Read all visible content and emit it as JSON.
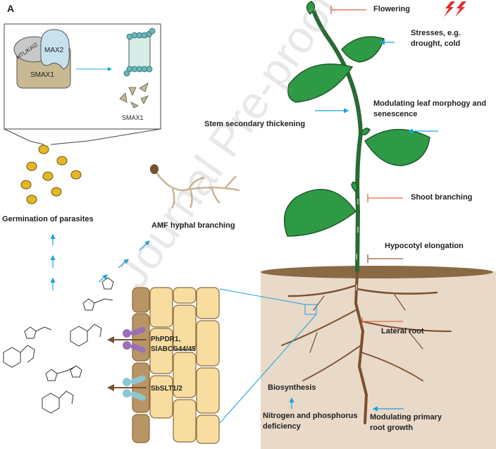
{
  "panel_label": "A",
  "inset": {
    "receptor_label": "HTL/KAI2",
    "max2_label": "MAX2",
    "smax1_label": "SMAX1",
    "degraded_label": "SMAX1"
  },
  "labels": {
    "germination": "Germination of parasites",
    "amf": "AMF hyphal branching",
    "stem": "Stem secondary thickening",
    "flowering": "Flowering",
    "stresses": [
      "Stresses, e.g.",
      "drought, cold"
    ],
    "leaf": [
      "Modulating leaf morphogy and",
      "senescence"
    ],
    "shoot_branching": "Shoot branching",
    "hypocotyl": "Hypocotyl elongation",
    "lateral_root": "Lateral root",
    "biosynthesis": "Biosynthesis",
    "deficiency": [
      "Nitrogen and phosphorus",
      "deficiency"
    ],
    "primary_root": [
      "Modulating primary",
      "root growth"
    ],
    "transporter1": [
      "PhPDR1,",
      "SlABCG44/45"
    ],
    "transporter2": "SbSLT1/2"
  },
  "watermark": "Journal Pre-proof",
  "colors": {
    "promote": "#1aa3e0",
    "inhibit": "#e0673f",
    "soil": "#e9d9c8",
    "leaf": "#2e9a46",
    "stem": "#2a6a34",
    "root": "#7a5030",
    "cell": "#f7dea0"
  }
}
